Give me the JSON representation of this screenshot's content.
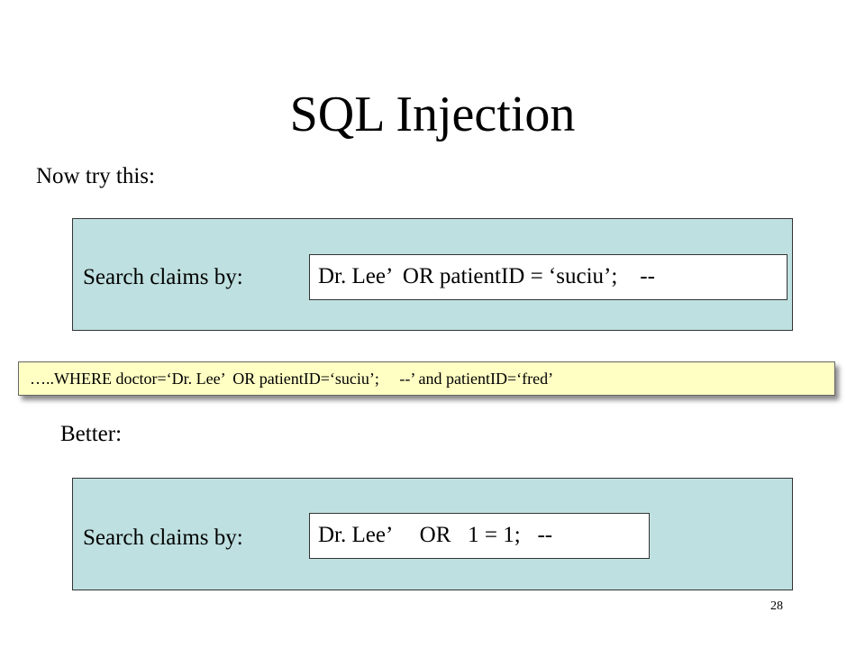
{
  "slide": {
    "title": "SQL Injection",
    "prompt_now": "Now try this:",
    "prompt_better": "Better:",
    "page_number": "28"
  },
  "panel_1": {
    "label": "Search claims by:",
    "input_value": "Dr. Lee’  OR patientID = ‘suciu’;    --"
  },
  "query_bar": {
    "text": "…..WHERE doctor=‘Dr. Lee’  OR patientID=‘suciu’;     --’ and patientID=‘fred’"
  },
  "panel_2": {
    "label": "Search claims by:",
    "input_value": "Dr. Lee’     OR   1 = 1;   --"
  },
  "colors": {
    "panel_background": "#bfe0e0",
    "query_background": "#ffffc4"
  }
}
